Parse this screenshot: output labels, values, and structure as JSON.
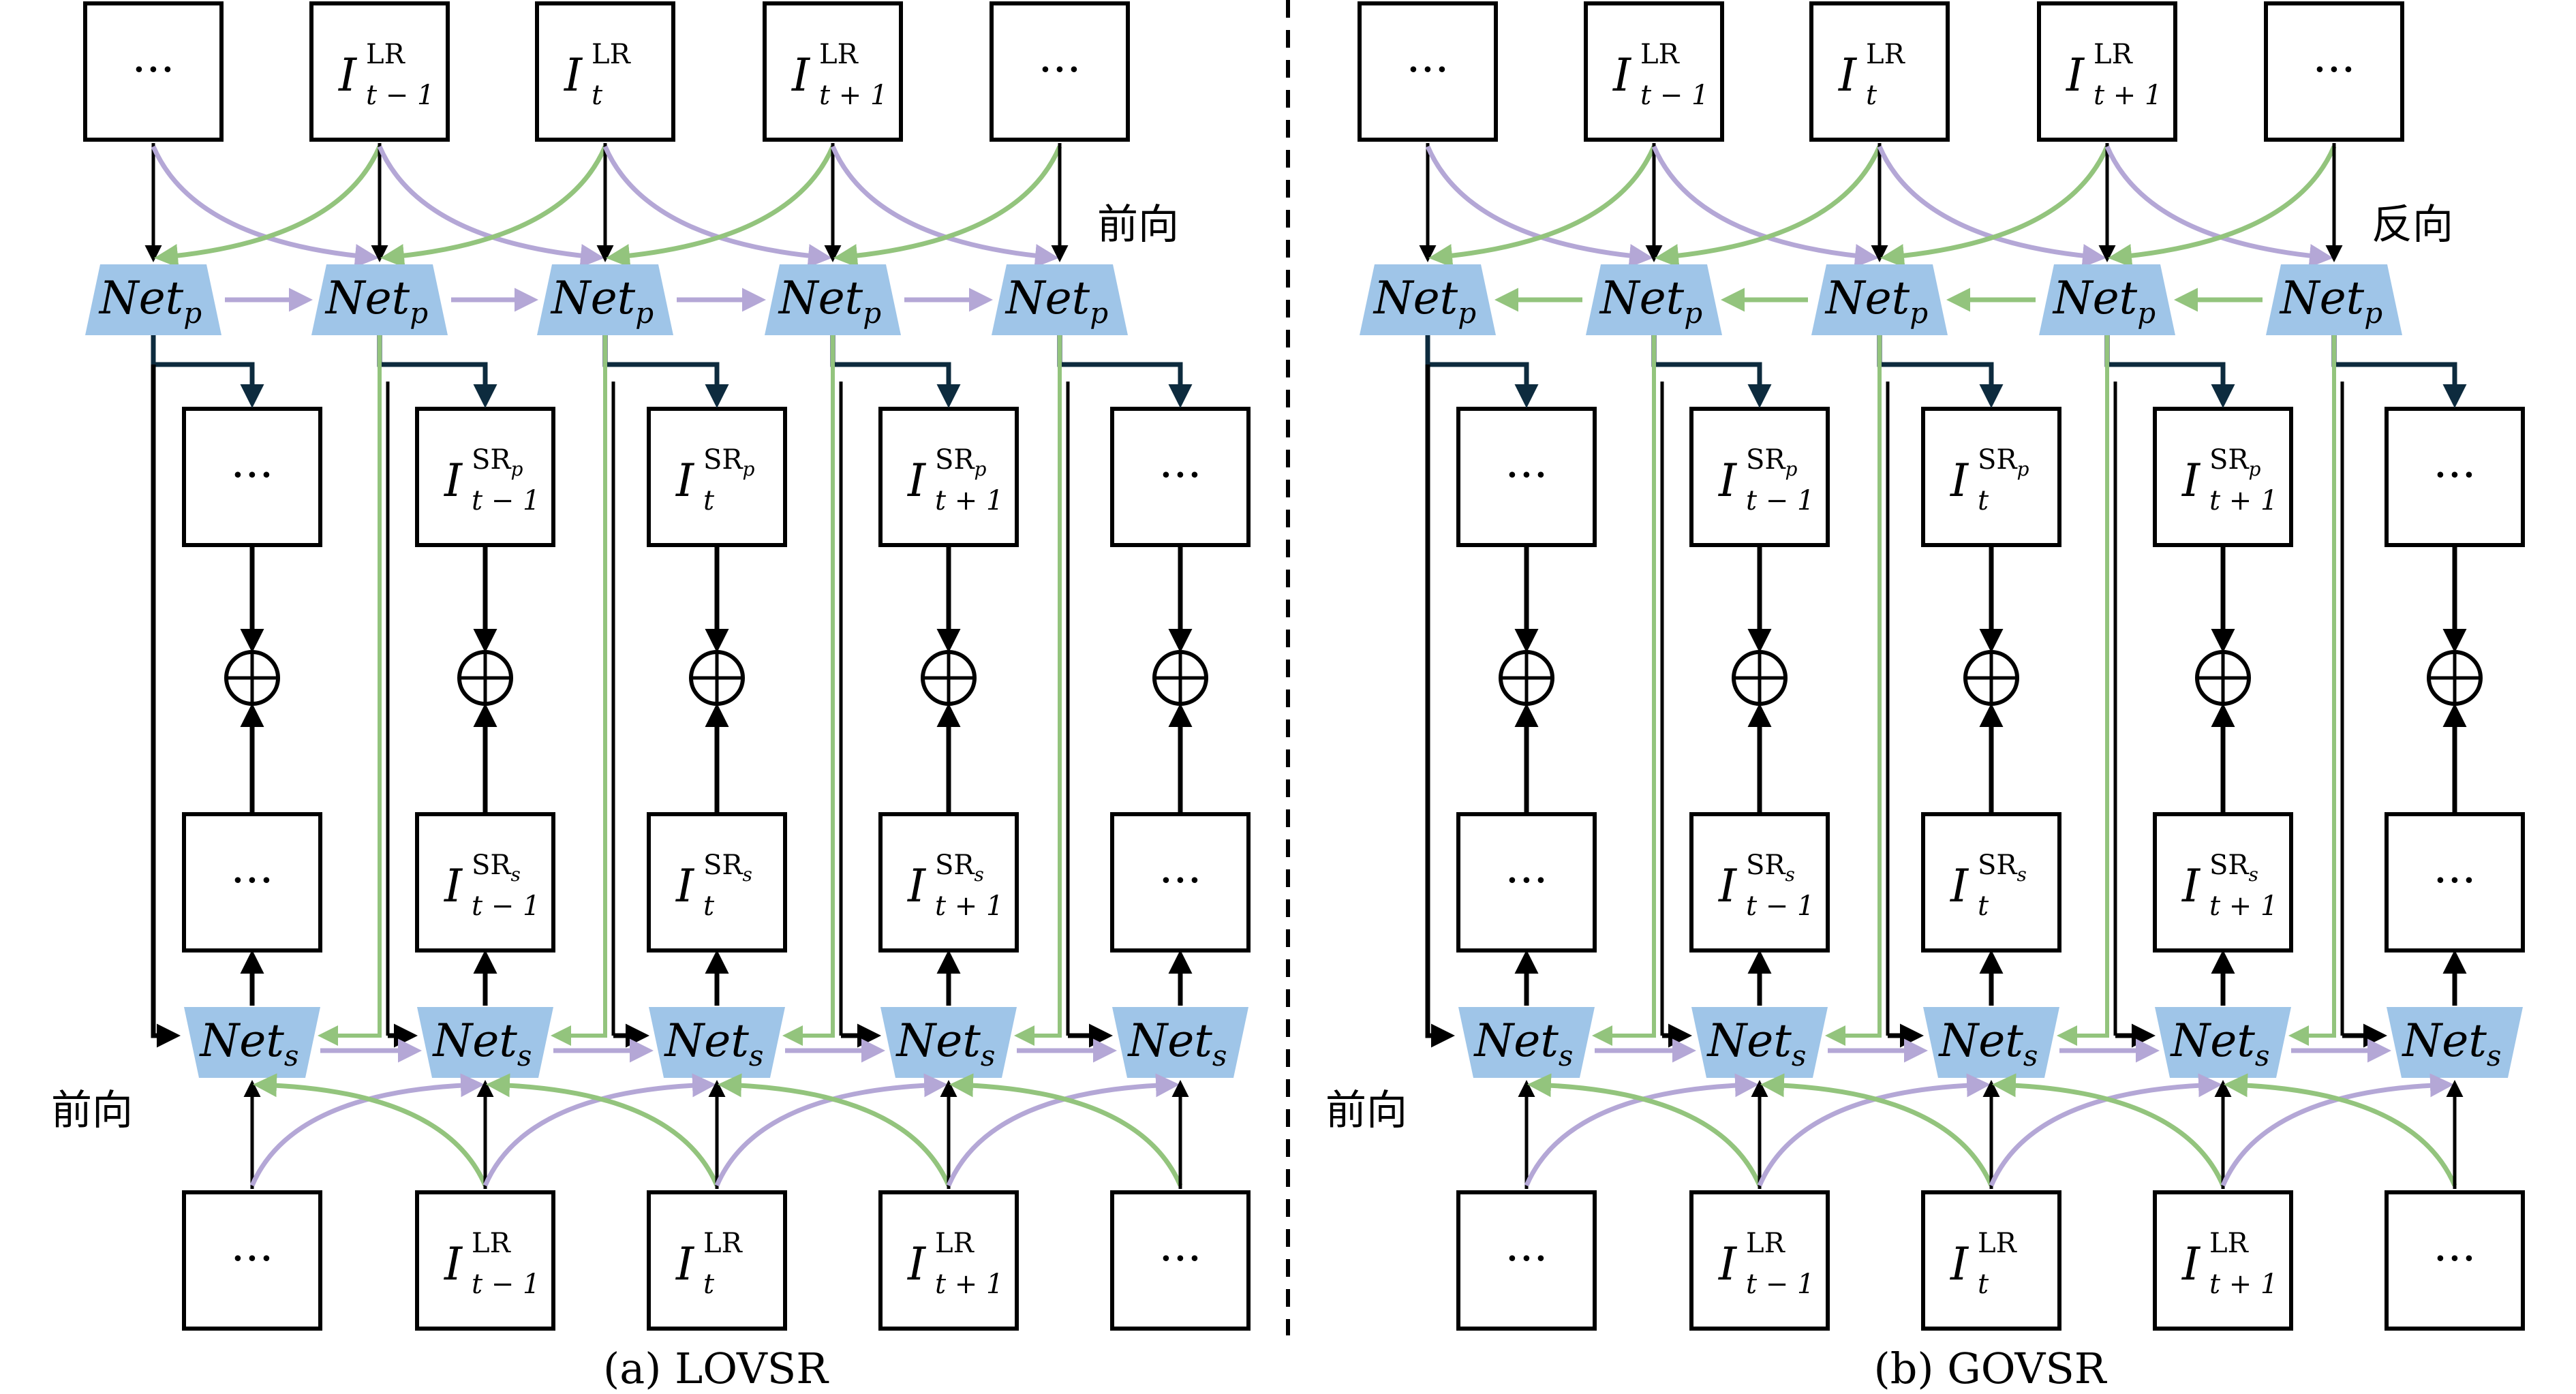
{
  "colors": {
    "net_fill": "#9fc5e8",
    "green_arrow": "#93c47d",
    "purple_arrow": "#b4a7d6",
    "dark_arrow": "#0d2b3e",
    "black": "#000000"
  },
  "symbols": {
    "ellipsis": "···",
    "oplus": "⊕"
  },
  "net_labels": {
    "base": "Net",
    "p": "p",
    "s": "s"
  },
  "frame_labels": {
    "I": "I",
    "LR": "LR",
    "SRp_base": "SR",
    "SRp_sub": "p",
    "SRs_base": "SR",
    "SRs_sub": "s",
    "t_minus_1": "t − 1",
    "t": "t",
    "t_plus_1": "t + 1"
  },
  "panels": [
    {
      "caption": "(a) LOVSR",
      "top_direction": "前向",
      "bottom_direction": "前向"
    },
    {
      "caption": "(b) GOVSR",
      "top_direction": "反向",
      "bottom_direction": "前向"
    }
  ]
}
